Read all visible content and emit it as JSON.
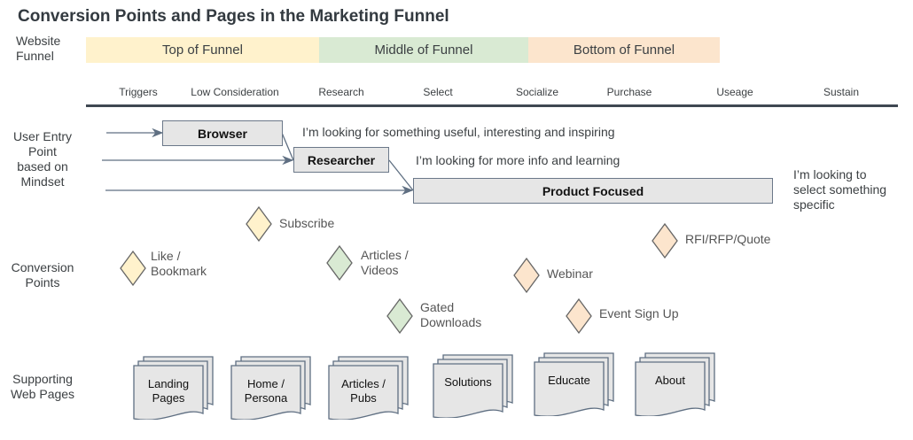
{
  "title": "Conversion Points and Pages in the Marketing Funnel",
  "row_labels": {
    "website_funnel": "Website\nFunnel",
    "user_entry": "User Entry\nPoint\nbased on\nMindset",
    "conversion_points": "Conversion\nPoints",
    "supporting_pages": "Supporting\nWeb Pages"
  },
  "funnel_bands": [
    {
      "label": "Top of Funnel",
      "color": "#fff2cc"
    },
    {
      "label": "Middle of Funnel",
      "color": "#d9ead3"
    },
    {
      "label": "Bottom of Funnel",
      "color": "#fce5cd"
    }
  ],
  "stages": [
    "Triggers",
    "Low Consideration",
    "Research",
    "Select",
    "Socialize",
    "Purchase",
    "Useage",
    "Sustain"
  ],
  "mindsets": [
    {
      "label": "Browser",
      "quote": "I’m looking for something useful, interesting and inspiring"
    },
    {
      "label": "Researcher",
      "quote": "I’m looking for more info and learning"
    },
    {
      "label": "Product Focused",
      "quote": "I’m looking to\nselect something\nspecific"
    }
  ],
  "conversion_points": [
    {
      "label": "Like /\nBookmark",
      "stage": "Top of Funnel",
      "color": "#fff2cc"
    },
    {
      "label": "Subscribe",
      "stage": "Top of Funnel",
      "color": "#fff2cc"
    },
    {
      "label": "Articles /\nVideos",
      "stage": "Middle of Funnel",
      "color": "#d9ead3"
    },
    {
      "label": "Gated\nDownloads",
      "stage": "Middle of Funnel",
      "color": "#d9ead3"
    },
    {
      "label": "Webinar",
      "stage": "Bottom of Funnel",
      "color": "#fce5cd"
    },
    {
      "label": "Event Sign Up",
      "stage": "Bottom of Funnel",
      "color": "#fce5cd"
    },
    {
      "label": "RFI/RFP/Quote",
      "stage": "Bottom of Funnel",
      "color": "#fce5cd"
    }
  ],
  "supporting_pages": [
    {
      "label": "Landing\nPages"
    },
    {
      "label": "Home /\nPersona"
    },
    {
      "label": "Articles /\nPubs"
    },
    {
      "label": "Solutions"
    },
    {
      "label": "Educate"
    },
    {
      "label": "About"
    }
  ],
  "colors": {
    "line": "#5f6f82",
    "box_fill": "#e6e6e6",
    "rule": "#3f4852"
  }
}
